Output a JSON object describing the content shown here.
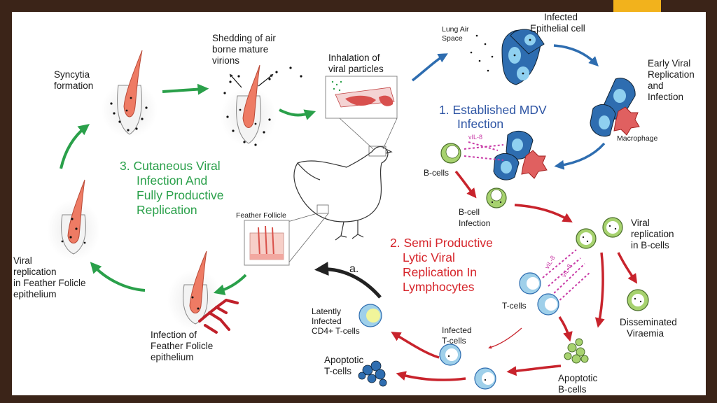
{
  "colors": {
    "frame": "#3b2418",
    "accent": "#f2b21c",
    "blue": "#2e6db0",
    "red": "#c8232c",
    "green": "#2aa04a",
    "black": "#222222",
    "cell_green": "#9fce6a",
    "cell_blue": "#9fd0ea",
    "vil": "#c83aa6"
  },
  "phases": {
    "p1": [
      "1. Established MDV",
      "Infection"
    ],
    "p2": [
      "2. Semi Productive",
      "Lytic Viral",
      "Replication In",
      "Lymphocytes"
    ],
    "p3": [
      "3. Cutaneous Viral",
      "Infection And",
      "Fully Productive",
      "Replication"
    ]
  },
  "labels": {
    "lung_air_space": [
      "Lung Air",
      "Space"
    ],
    "infected_epithelial": [
      "Infected",
      "Epithelial cell"
    ],
    "early_viral": [
      "Early Viral",
      "Replication",
      "and",
      "Infection"
    ],
    "macrophage": "Macrophage",
    "b_cells": "B-cells",
    "vil8": "vIL-8",
    "b_cell_infection": [
      "B-cell",
      "Infection"
    ],
    "viral_replication_b": [
      "Viral",
      "replication",
      "in B-cells"
    ],
    "t_cells": "T-cells",
    "disseminated": [
      "Disseminated",
      "Viraemia"
    ],
    "apoptotic_b": [
      "Apoptotic",
      "B-cells"
    ],
    "infected_t": [
      "Infected",
      "T-cells"
    ],
    "apoptotic_t": [
      "Apoptotic",
      "T-cells"
    ],
    "latently": [
      "Latently",
      "Infected",
      "CD4+ T-cells"
    ],
    "a_label": "a.",
    "infection_follicle": [
      "Infection of",
      "Feather Folicle",
      "epithelium"
    ],
    "viral_rep_follicle": [
      "Viral",
      "replication",
      "in Feather Folicle",
      "epithelium"
    ],
    "syncytia": [
      "Syncytia",
      "formation"
    ],
    "shedding": [
      "Shedding of air",
      "borne mature",
      "virions"
    ],
    "inhalation": [
      "Inhalation of",
      "viral particles"
    ],
    "feather_follicle": "Feather Follicle"
  }
}
